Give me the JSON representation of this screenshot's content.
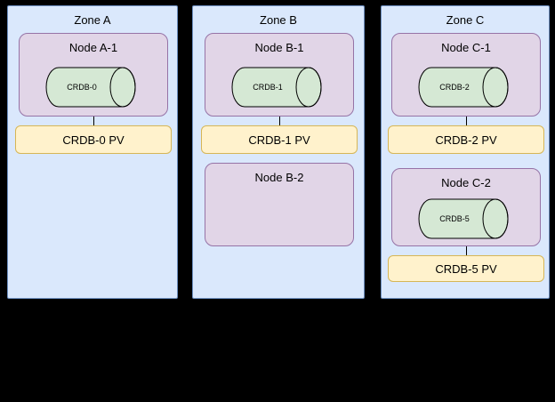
{
  "zones": [
    {
      "label": "Zone A",
      "nodes": [
        {
          "label": "Node A-1",
          "db": "CRDB-0",
          "pv": "CRDB-0 PV"
        }
      ]
    },
    {
      "label": "Zone B",
      "nodes": [
        {
          "label": "Node B-1",
          "db": "CRDB-1",
          "pv": "CRDB-1 PV"
        },
        {
          "label": "Node B-2"
        }
      ]
    },
    {
      "label": "Zone C",
      "nodes": [
        {
          "label": "Node C-1",
          "db": "CRDB-2",
          "pv": "CRDB-2 PV"
        },
        {
          "label": "Node C-2",
          "db": "CRDB-5",
          "pv": "CRDB-5 PV"
        }
      ]
    }
  ],
  "colors": {
    "background": "#000000",
    "zone_fill": "#dae8fc",
    "zone_border": "#6c8ebf",
    "node_fill": "#e1d5e7",
    "node_border": "#9673a6",
    "db_fill": "#d5e8d4",
    "db_border": "#000000",
    "pv_fill": "#fff2cc",
    "pv_border": "#d6b656"
  }
}
